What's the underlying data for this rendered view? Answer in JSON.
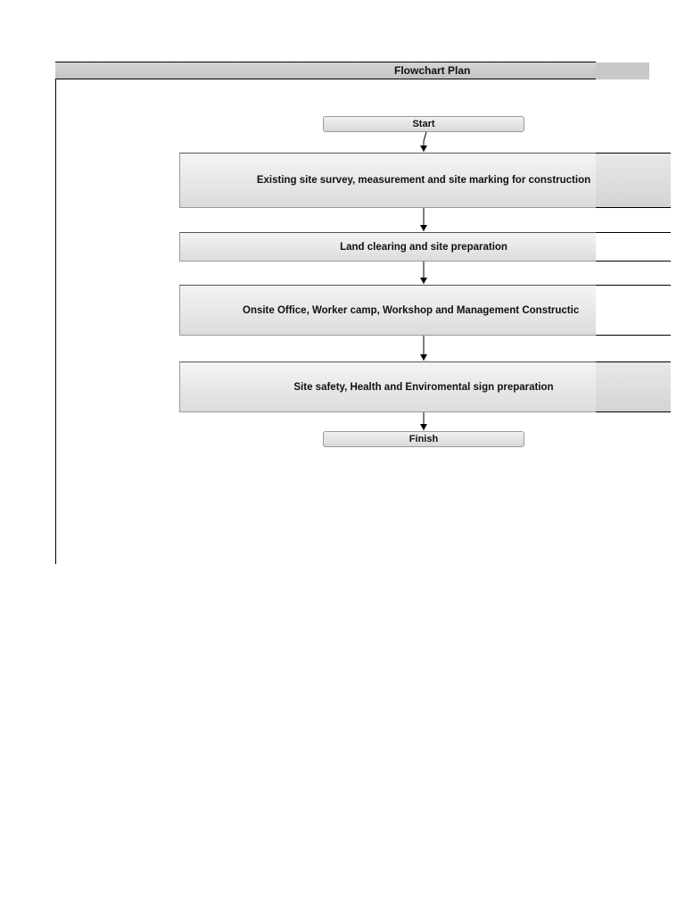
{
  "flowchart": {
    "title": "Flowchart Plan",
    "start_label": "Start",
    "steps": [
      "Existing site survey, measurement and site marking for construction",
      "Land clearing and site preparation",
      "Onsite Office, Worker camp, Workshop  and Management Constructic",
      "Site safety, Health and Enviromental sign preparation"
    ],
    "finish_label": "Finish"
  }
}
